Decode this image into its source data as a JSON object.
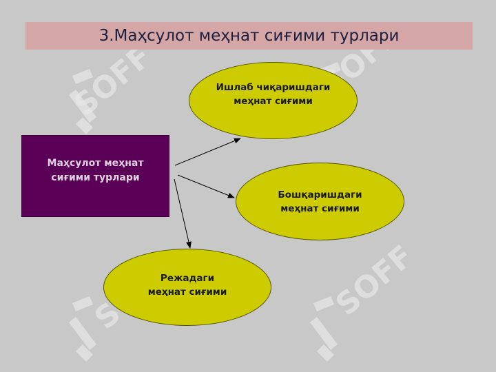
{
  "title": "3.Маҳсулот меҳнат сиғими турлари",
  "watermark_text": "SOFF",
  "colors": {
    "background": "#c8c8c8",
    "title_bar": "#d4a7a6",
    "main_box": "#5a0057",
    "ellipse_fill": "#cccc00"
  },
  "diagram": {
    "main": {
      "line1": "Маҳсулот меҳнат",
      "line2": "сиғими турлари"
    },
    "nodes": [
      {
        "line1": "Ишлаб чиқаришдаги",
        "line2": "меҳнат сиғими"
      },
      {
        "line1": "Бошқаришдаги",
        "line2": "меҳнат сиғими"
      },
      {
        "line1": "Режадаги",
        "line2": "меҳнат сиғими"
      }
    ]
  }
}
